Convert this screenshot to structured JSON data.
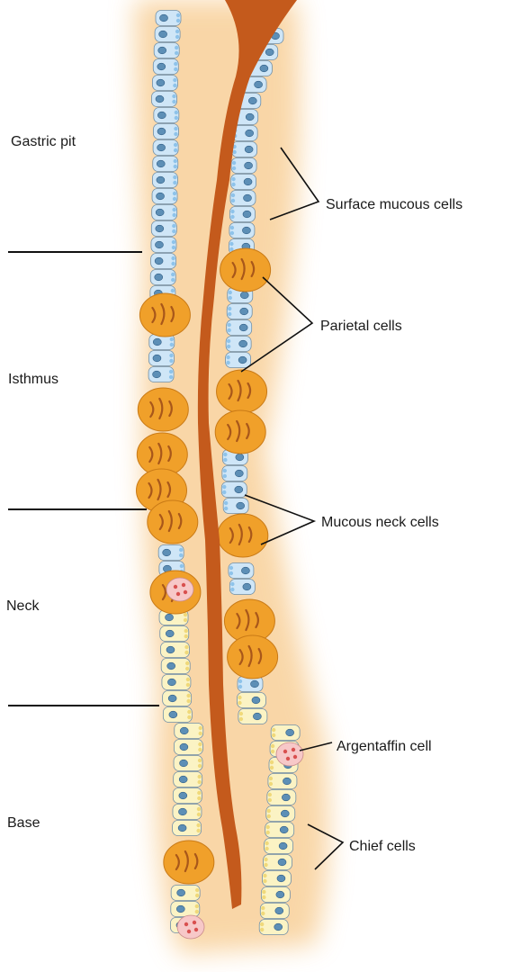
{
  "regions": [
    {
      "label": "Gastric pit"
    },
    {
      "label": "Isthmus"
    },
    {
      "label": "Neck"
    },
    {
      "label": "Base"
    }
  ],
  "cell_labels": [
    {
      "label": "Surface mucous cells"
    },
    {
      "label": "Parietal cells"
    },
    {
      "label": "Mucous neck cells"
    },
    {
      "label": "Argentaffin cell"
    },
    {
      "label": "Chief cells"
    }
  ],
  "colors": {
    "surface_mucous": "#cfe6f7",
    "mucous_granules": "#8ec3ea",
    "parietal": "#f0a02a",
    "parietal_canaliculi": "#a8571a",
    "chief": "#fbf3c4",
    "chief_granules": "#f0d97a",
    "argentaffin": "#f7c8c8",
    "argentaffin_dots": "#d9504f",
    "lumen": "#c45a1c",
    "glow": "#f7c98a"
  }
}
